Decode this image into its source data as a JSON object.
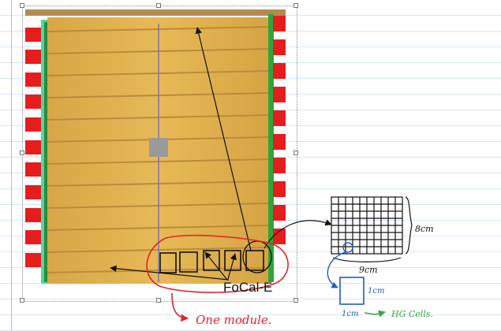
{
  "labels": {
    "detector_name": "FoCal-E",
    "module_note": "One module.",
    "grid_size": "8cm",
    "grid_width": "9cm",
    "cell_height": "1cm",
    "cell_width": "1cm",
    "cell_note": "HG Cells."
  },
  "colors": {
    "notebook_lines": "#d9e6f5",
    "margin": "#f3a6a6",
    "detector_body": "#e0b04c",
    "side_red": "#e51d1d",
    "side_green": "#2ea43a",
    "ink_red": "#e0242a",
    "ink_black": "#111111",
    "ink_blue": "#1f5fb5",
    "ink_green": "#3aa63a"
  }
}
